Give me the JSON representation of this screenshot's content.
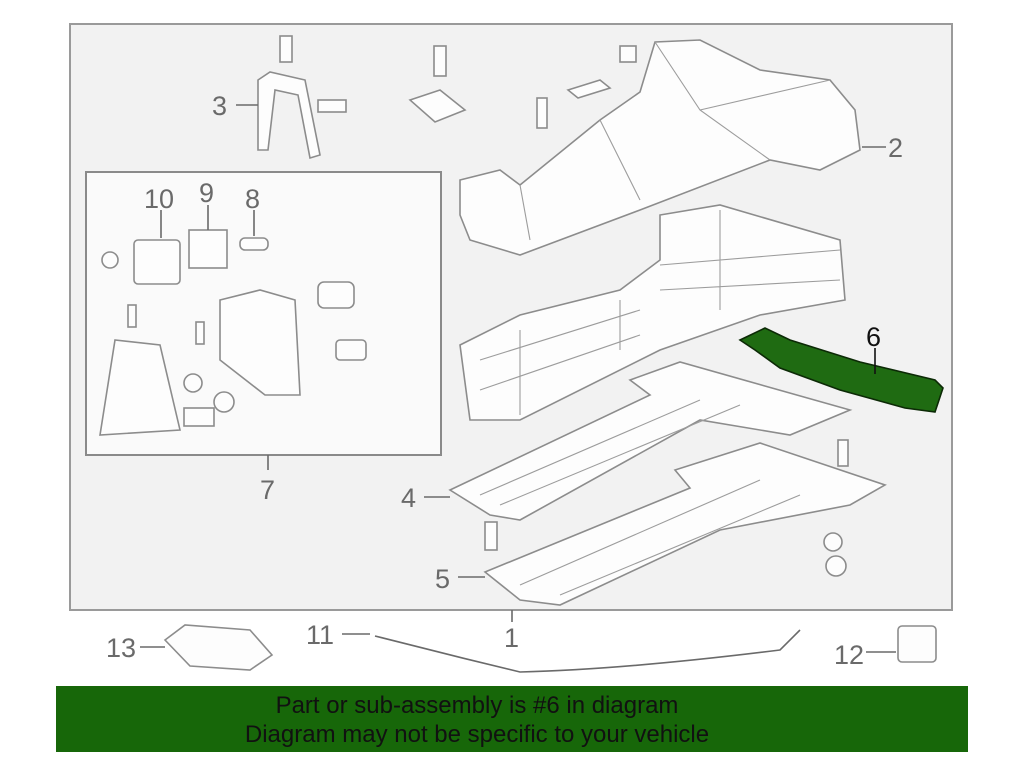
{
  "diagram": {
    "callouts": {
      "c1": "1",
      "c2": "2",
      "c3": "3",
      "c4": "4",
      "c5": "5",
      "c6": "6",
      "c7": "7",
      "c8": "8",
      "c9": "9",
      "c10": "10",
      "c11": "11",
      "c12": "12",
      "c13": "13"
    },
    "highlighted_part": "6",
    "highlight_color": "#1f6b12"
  },
  "banner": {
    "line1": "Part or sub-assembly is #6 in diagram",
    "line2": "Diagram may not be specific to your vehicle",
    "background": "#176709"
  }
}
